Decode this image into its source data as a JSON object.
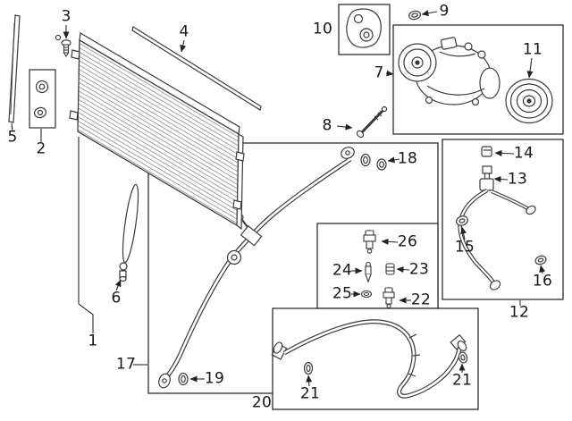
{
  "diagram": {
    "background_color": "#ffffff",
    "line_color": "#3a3a3a",
    "box_color": "#2f2f2f",
    "callouts": {
      "n1": "1",
      "n2": "2",
      "n3": "3",
      "n4": "4",
      "n5": "5",
      "n6": "6",
      "n7": "7",
      "n8": "8",
      "n9": "9",
      "n10": "10",
      "n11": "11",
      "n12": "12",
      "n13": "13",
      "n14": "14",
      "n15": "15",
      "n16": "16",
      "n17": "17",
      "n18": "18",
      "n19": "19",
      "n20": "20",
      "n21a": "21",
      "n21b": "21",
      "n22": "22",
      "n23": "23",
      "n24": "24",
      "n25": "25",
      "n26": "26"
    },
    "parts": {
      "1": "condenser-assembly",
      "2": "grommet-kit",
      "3": "mounting-screw",
      "4": "upper-seal-strip",
      "5": "side-seal-strip",
      "6": "receiver-drier",
      "7": "compressor",
      "8": "mounting-bolt",
      "9": "o-ring",
      "10": "gasket-plate",
      "11": "clutch-pulley",
      "12": "pressure-line-assembly",
      "13": "service-valve",
      "14": "valve-cap",
      "15": "o-ring",
      "16": "o-ring",
      "17": "liquid-line-tube",
      "18": "o-rings",
      "19": "o-ring",
      "20": "suction-hose-assembly",
      "21": "o-ring",
      "22": "service-valve",
      "23": "valve-cap",
      "24": "valve-core",
      "25": "o-ring",
      "26": "service-valve"
    }
  }
}
